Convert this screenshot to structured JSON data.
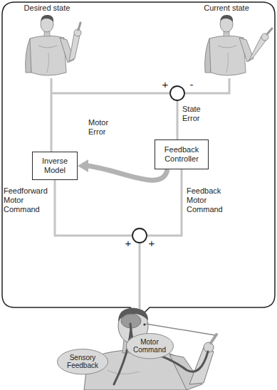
{
  "diagram": {
    "nodes": [
      {
        "text": [
          "Inverse Model"
        ]
      },
      {
        "text": [
          "Feedback Controller"
        ]
      },
      {
        "text": [
          "Sensory Feedback"
        ]
      },
      {
        "text": [
          "Motor Command"
        ]
      }
    ],
    "edges": [
      {
        "from": 1,
        "to": 0,
        "label": "Motor Error",
        "arrow": "to"
      }
    ],
    "labels": [
      "Desired state",
      "Current state",
      "+",
      "-",
      "State Error",
      "Feedforward Motor Command",
      "Feedback Motor Command",
      "+",
      "+"
    ]
  }
}
